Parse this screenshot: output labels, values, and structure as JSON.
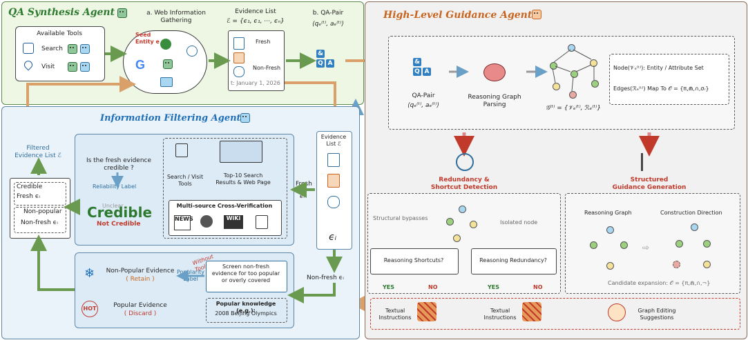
{
  "qa_agent": {
    "title": "QA Synthesis Agent",
    "step_a": "a. Web Information\nGathering",
    "step_b": "b. QA-Pair",
    "tools_title": "Available Tools",
    "tool_search": "Search",
    "tool_visit": "Visit",
    "seed": "Seed\nEntity e",
    "evidence_title": "Evidence List",
    "evidence_formula": "ℰ = {ϵ₁, ϵ₁, ⋯, ϵₙ}",
    "fresh": "Fresh",
    "non_fresh": "Non-Fresh",
    "date": "t: January 1, 2026",
    "qa_pair_formula": "⟨qₑ⁽ᵗ⁾, aₑ⁽ᵗ⁾⟩"
  },
  "filter_agent": {
    "title": "Information Filtering Agent",
    "filtered_title": "Filtered\nEvidence List ℰ",
    "credible_label": "Credible",
    "fresh_item": "Fresh ϵᵢ",
    "nonpopular_label": "Non-popular",
    "nonfresh_item": "Non-fresh ϵᵢ",
    "question": "Is the fresh evidence\ncredible ?",
    "reliability_label": "Reliability Label",
    "unclear": "Unclear",
    "credible": "Credible",
    "not_credible": "Not Credible",
    "tools_label": "Search / Visit\nTools",
    "top10": "Top-10 Search\nResults & Web Page",
    "cross_verification": "Multi-source Cross-Verification",
    "src_news": "NEWS",
    "src_wiki": "WiKi",
    "evidence_list": "Evidence\nList ℰ",
    "fresh_arrow": "Fresh",
    "eps_i": "ϵᵢ",
    "nonfresh_arrow": "Non-fresh ϵᵢ",
    "non_popular_evidence": "Non-Popular Evidence",
    "retain": "( Retain )",
    "popular_evidence": "Popular Evidence",
    "discard": "( Discard )",
    "popularity_label": "Popularity\nLabel",
    "without_tools": "Without\nTools",
    "screen_text": "Screen non-fresh\nevidence for too popular\nor overly covered",
    "popular_knowledge": "Popular knowledge (e.g.):",
    "example": "2008 Beijing Olympics",
    "hot": "HOT"
  },
  "guidance_agent": {
    "title": "High-Level Guidance Agent",
    "qa_pair": "QA-Pair",
    "qa_pair_formula": "⟨qₑ⁽ᵗ⁾, aₑ⁽ᵗ⁾⟩",
    "parsing": "Reasoning Graph\nParsing",
    "graph_formula": "𝒢⁽ᵗ⁾ = {𝒱ₑ⁽ᵗ⁾, ℛₑ⁽ᵗ⁾}",
    "node_def": "Node(𝒱ₑ⁽ᵗ⁾): Entity / Attribute Set",
    "edge_def": "Edges(ℛₑ⁽ᵗ⁾) Map To 𝒪 = {π,⋒,∩,σᵣ}",
    "redundancy_title": "Redundancy &\nShortcut Detection",
    "structured_title": "Structured\nGuidance Generation",
    "structural_bypasses": "Structural bypasses",
    "isolated_node": "Isolated node",
    "reasoning_shortcuts": "Reasoning Shortcuts?",
    "reasoning_redundancy": "Reasoning Redundancy?",
    "yes": "YES",
    "no": "NO",
    "textual_instructions": "Textual\nInstructions",
    "reasoning_graph": "Reasoning Graph",
    "construction_direction": "Construction Direction",
    "candidate_expansion": "Candidate expansion: 𝒪 = {π,⋒,∩,¬}",
    "graph_editing": "Graph Editing\nSuggestions"
  },
  "colors": {
    "green_bg": "#eef6e4",
    "blue_bg": "#eaf3fa",
    "gray_bg": "#f1f1f1",
    "title_green": "#2d7a2f",
    "title_blue": "#1f6fb8",
    "title_orange": "#c8641e",
    "red": "#c0392b"
  }
}
